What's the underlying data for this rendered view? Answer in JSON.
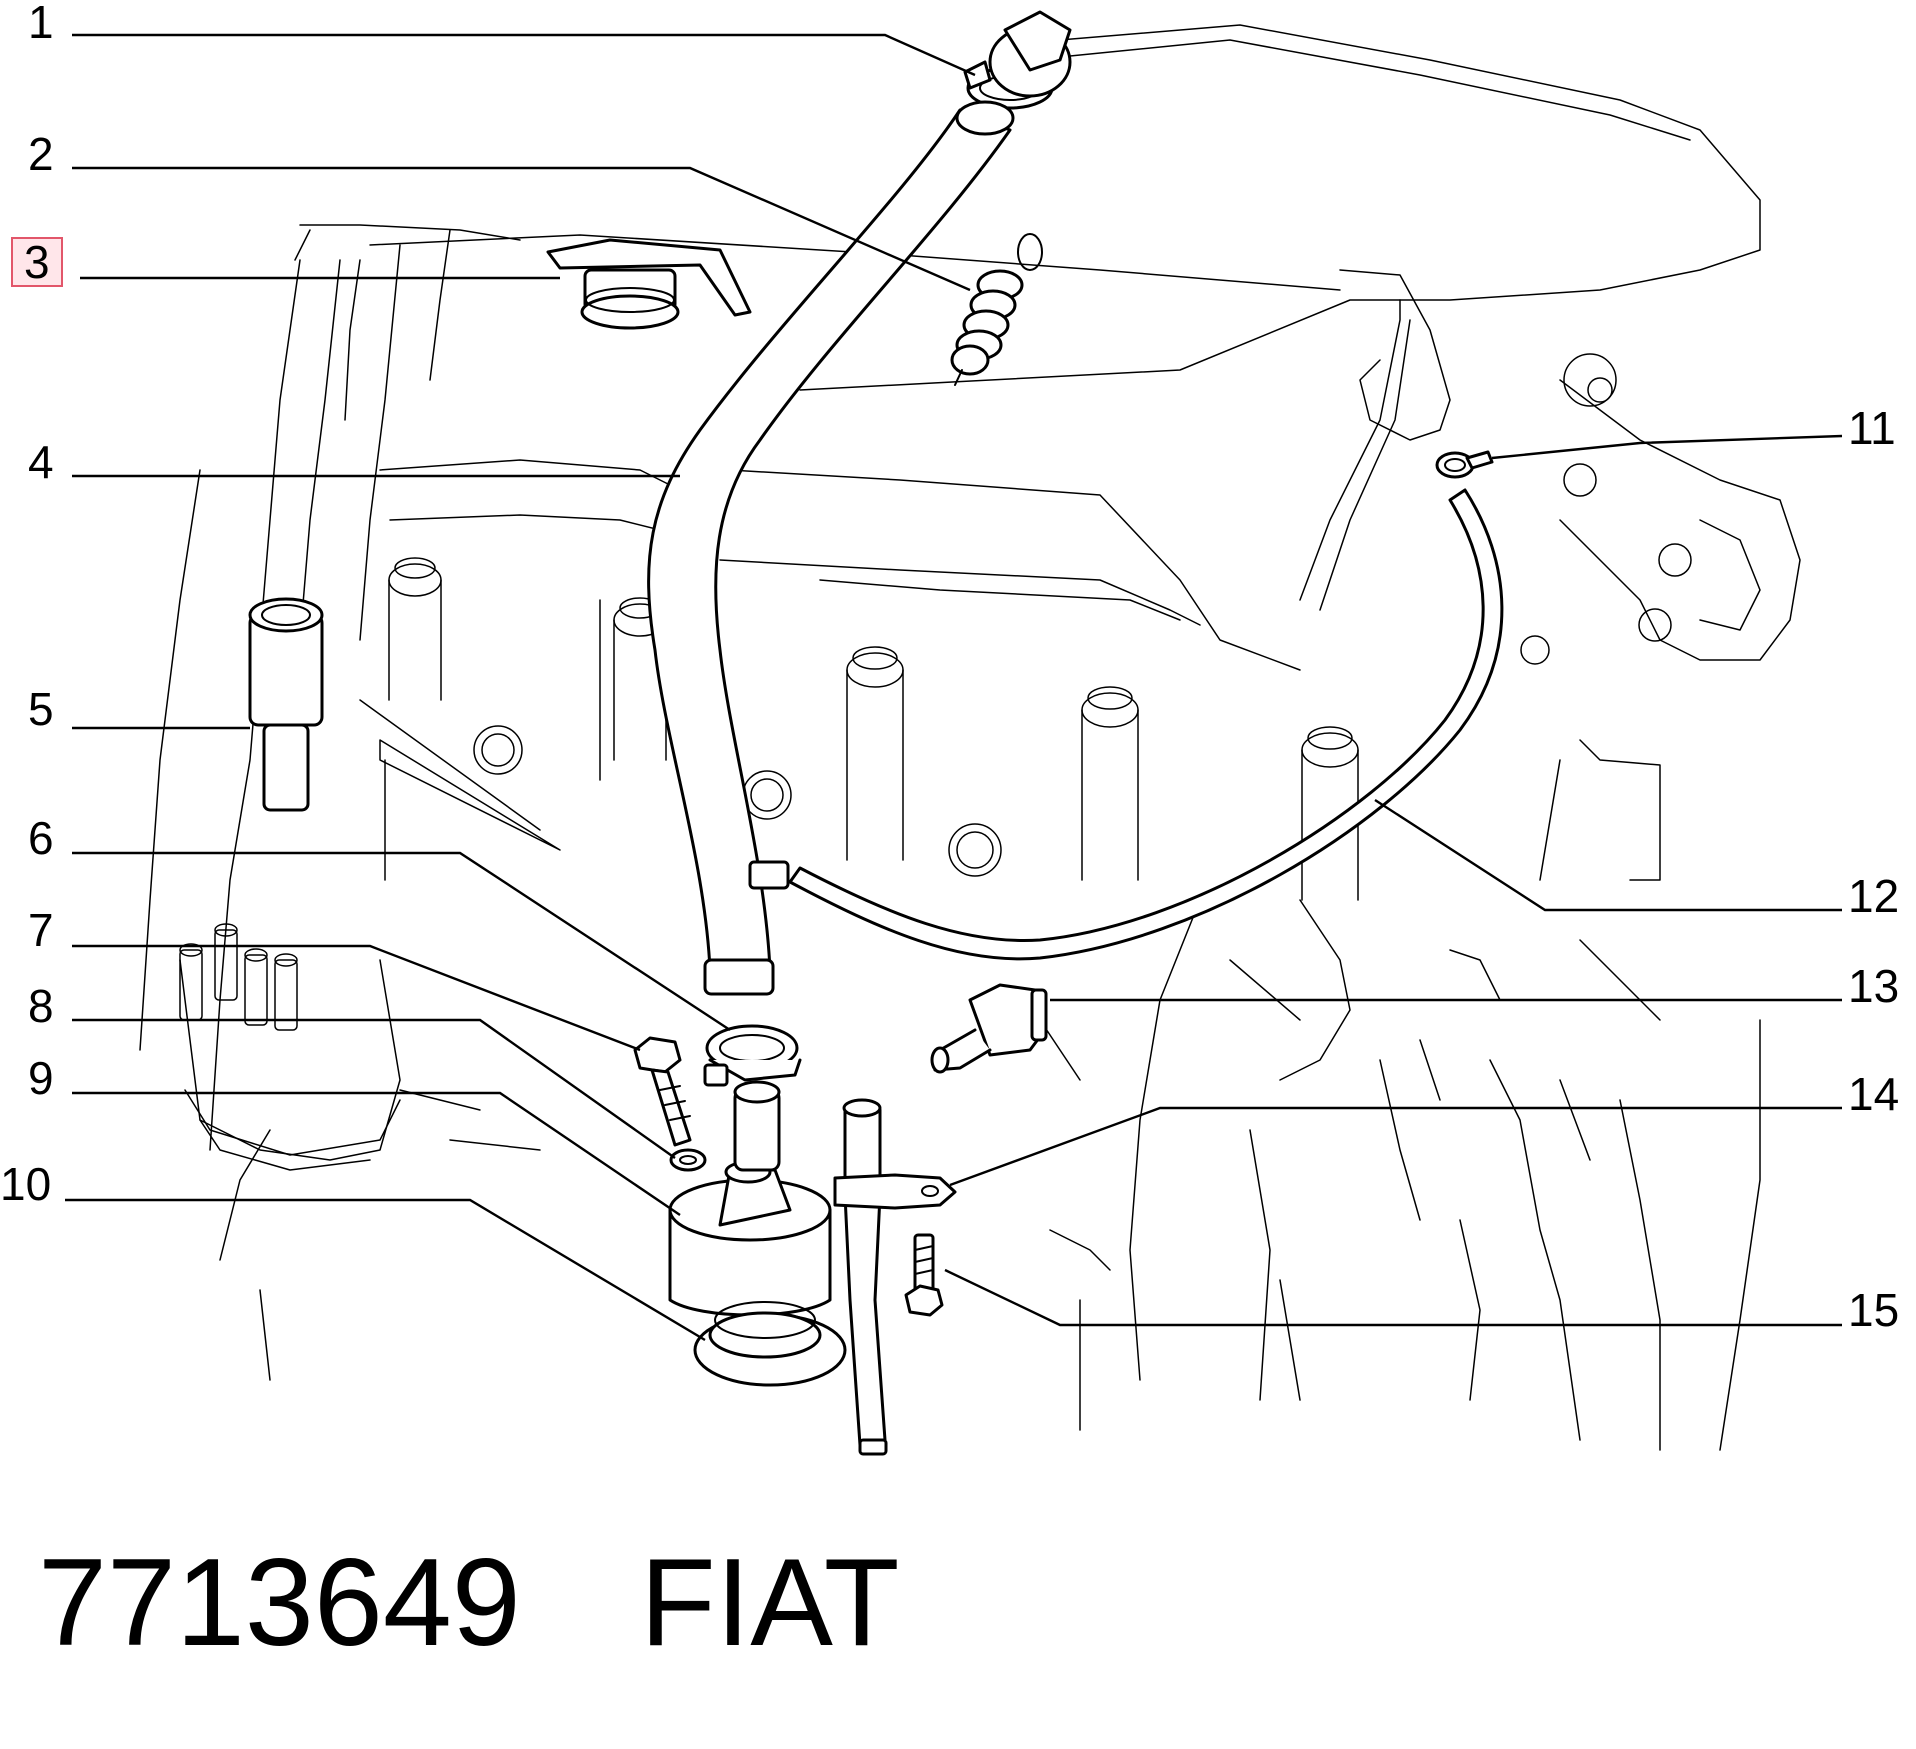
{
  "callouts": [
    {
      "id": 1,
      "label": "1"
    },
    {
      "id": 2,
      "label": "2"
    },
    {
      "id": 3,
      "label": "3",
      "highlighted": true
    },
    {
      "id": 4,
      "label": "4"
    },
    {
      "id": 5,
      "label": "5"
    },
    {
      "id": 6,
      "label": "6"
    },
    {
      "id": 7,
      "label": "7"
    },
    {
      "id": 8,
      "label": "8"
    },
    {
      "id": 9,
      "label": "9"
    },
    {
      "id": 10,
      "label": "10"
    },
    {
      "id": 11,
      "label": "11"
    },
    {
      "id": 12,
      "label": "12"
    },
    {
      "id": 13,
      "label": "13"
    },
    {
      "id": 14,
      "label": "14"
    },
    {
      "id": 15,
      "label": "15"
    }
  ],
  "footer": {
    "part_number": "7713649",
    "brand": "FIAT"
  },
  "colors": {
    "line": "#000000",
    "highlight_fill": "#ffe6ea",
    "highlight_border": "#e2566a"
  }
}
